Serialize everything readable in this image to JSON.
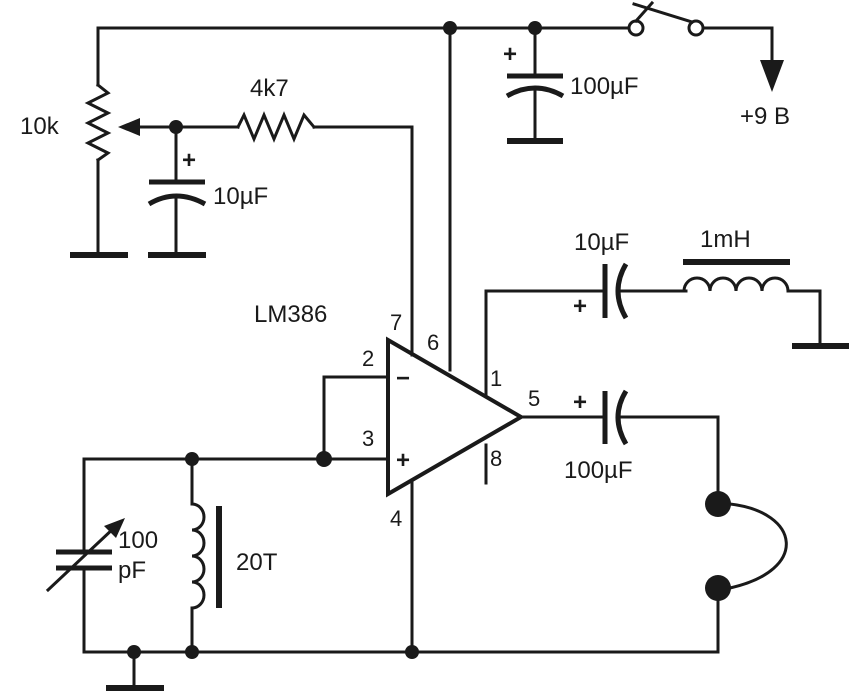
{
  "labels": {
    "pot": "10k",
    "resistor": "4k7",
    "cap_filter": "10µF",
    "cap_supply": "100µF",
    "supply": "+9 B",
    "ic": "LM386",
    "cap_out1": "10µF",
    "inductor": "1mH",
    "cap_out2": "100µF",
    "var_cap_value": "100",
    "var_cap_unit": "pF",
    "coil": "20T"
  },
  "pins": {
    "p1": "1",
    "p2": "2",
    "p3": "3",
    "p4": "4",
    "p5": "5",
    "p6": "6",
    "p7": "7",
    "p8": "8"
  },
  "signs": {
    "plus": "+",
    "minus": "−"
  }
}
